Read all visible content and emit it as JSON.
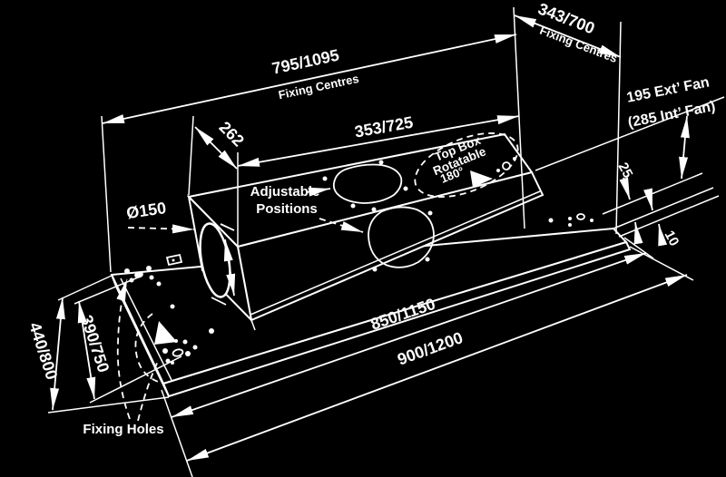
{
  "diagram": {
    "background": "#000000",
    "line_color": "#ffffff",
    "labels": {
      "dim_top_left": {
        "value": "795/1095",
        "caption": "Fixing Centres"
      },
      "dim_top_right": {
        "value": "343/700",
        "caption": "Fixing Centres"
      },
      "dim_box_depth": {
        "value": "262"
      },
      "dim_box_length": {
        "value": "353/725"
      },
      "duct_diameter": {
        "value": "Ø150"
      },
      "adjustable": {
        "line1": "Adjustable",
        "line2": "Positions"
      },
      "top_box": {
        "line1": "Top Box",
        "line2": "Rotatable",
        "line3": "180°"
      },
      "fan_height": {
        "line1": "195 Ext’ Fan",
        "line2": "(285 Int’ Fan)"
      },
      "dim_gap": {
        "value": "25"
      },
      "dim_thickness": {
        "value": "10"
      },
      "dim_plate_width": {
        "value": "440/800"
      },
      "dim_fixing_width": {
        "value": "390/750"
      },
      "fixing_holes": {
        "value": "Fixing Holes"
      },
      "dim_fixing_length": {
        "value": "850/1150"
      },
      "dim_plate_length": {
        "value": "900/1200"
      }
    }
  }
}
